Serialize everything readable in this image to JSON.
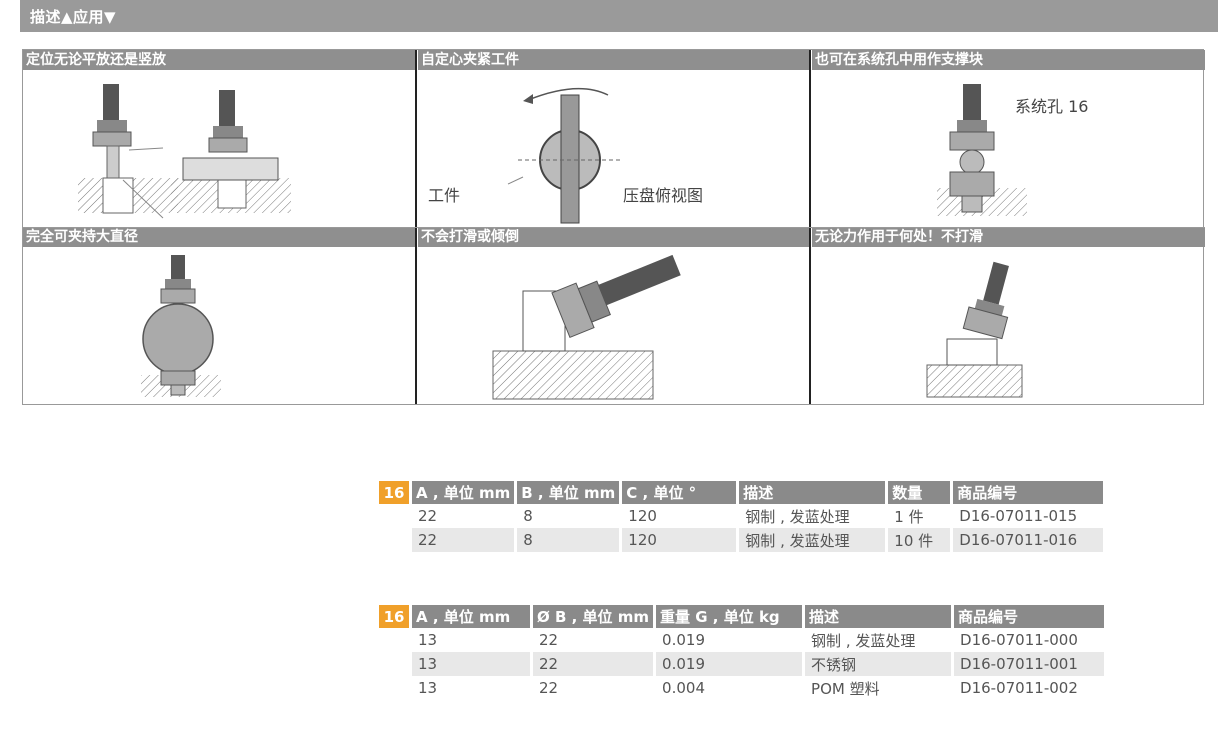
{
  "header": {
    "title": "描述▲应用▼"
  },
  "panels": [
    {
      "title": "定位无论平放还是竖放"
    },
    {
      "title": "自定心夹紧工件",
      "label_left": "工件",
      "label_right": "压盘俯视图"
    },
    {
      "title": "也可在系统孔中用作支撑块",
      "label": "系统孔 16"
    },
    {
      "title": "完全可夹持大直径"
    },
    {
      "title": "不会打滑或倾倒"
    },
    {
      "title": "无论力作用于何处！不打滑"
    }
  ],
  "table1": {
    "badge": "16",
    "headers": [
      "A , 单位 mm",
      "B , 单位 mm",
      "C , 单位 °",
      "描述",
      "数量",
      "商品编号"
    ],
    "rows": [
      [
        "22",
        "8",
        "120",
        "钢制 , 发蓝处理",
        "1 件",
        "D16-07011-015"
      ],
      [
        "22",
        "8",
        "120",
        "钢制 , 发蓝处理",
        "10 件",
        "D16-07011-016"
      ]
    ]
  },
  "table2": {
    "badge": "16",
    "headers": [
      "A , 单位 mm",
      "Ø B , 单位 mm",
      "重量 G , 单位 kg",
      "描述",
      "商品编号"
    ],
    "rows": [
      [
        "13",
        "22",
        "0.019",
        "钢制 , 发蓝处理",
        "D16-07011-000"
      ],
      [
        "13",
        "22",
        "0.019",
        "不锈钢",
        "D16-07011-001"
      ],
      [
        "13",
        "22",
        "0.004",
        "POM 塑料",
        "D16-07011-002"
      ]
    ]
  }
}
